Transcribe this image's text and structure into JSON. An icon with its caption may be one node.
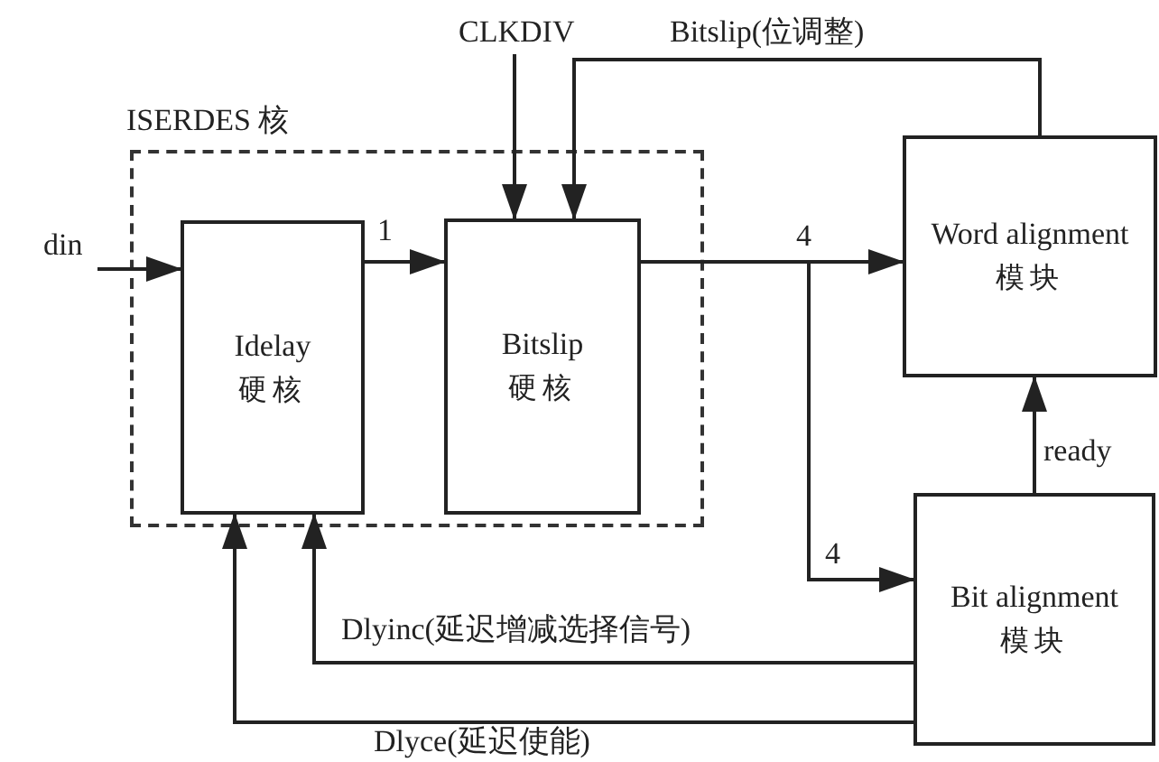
{
  "diagram": {
    "nodes": [
      {
        "text": [
          "ISERDES 核"
        ]
      },
      {
        "text": [
          "Idelay",
          "硬核"
        ],
        "in": 0
      },
      {
        "text": [
          "Bitslip",
          "硬核"
        ],
        "in": 0
      },
      {
        "text": [
          "Word alignment",
          "模块"
        ]
      },
      {
        "text": [
          "Bit alignment",
          "模块"
        ]
      },
      {
        "text": [
          "CLKDIV"
        ]
      },
      {
        "text": [
          "din"
        ]
      }
    ],
    "edges": [
      {
        "from": 6,
        "to": 1,
        "arrow": "to"
      },
      {
        "from": 1,
        "to": 2,
        "arrow": "to",
        "label": "1"
      },
      {
        "from": 5,
        "to": 2,
        "arrow": "to"
      },
      {
        "from": 3,
        "to": 2,
        "arrow": "to",
        "label": "Bitslip(位调整)"
      },
      {
        "from": 2,
        "to": 3,
        "arrow": "to",
        "label": "4"
      },
      {
        "from": 2,
        "to": 4,
        "arrow": "to",
        "label": "4"
      },
      {
        "from": 4,
        "to": 3,
        "arrow": "to",
        "label": "ready"
      },
      {
        "from": 4,
        "to": 1,
        "arrow": "to",
        "label": "Dlyinc(延迟增减选择信号)"
      },
      {
        "from": 4,
        "to": 1,
        "arrow": "to",
        "label": "Dlyce(延迟使能)"
      }
    ]
  }
}
